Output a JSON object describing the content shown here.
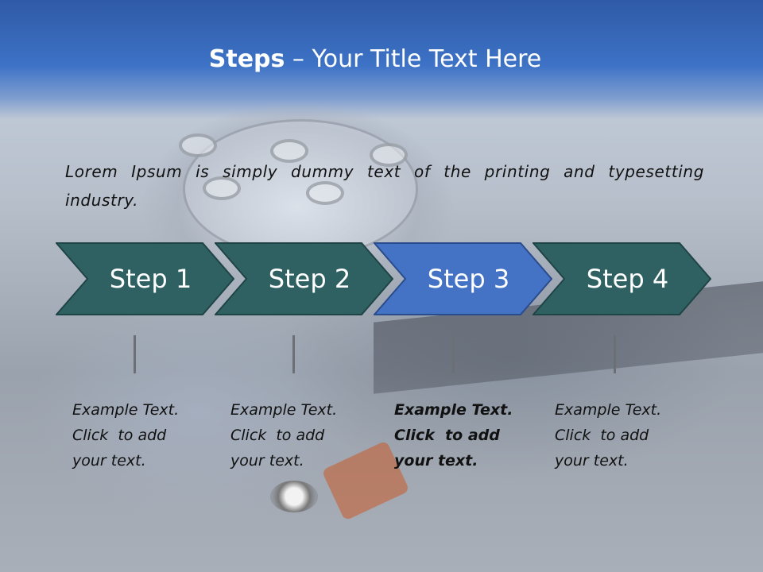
{
  "title": {
    "bold": "Steps",
    "rest": " – Your Title Text Here"
  },
  "intro": "Lorem Ipsum is simply dummy text of the printing and typesetting industry.",
  "steps": [
    {
      "label": "Step 1",
      "color": "#2f6163",
      "active": false
    },
    {
      "label": "Step 2",
      "color": "#2f6163",
      "active": false
    },
    {
      "label": "Step 3",
      "color": "#4472c4",
      "active": true
    },
    {
      "label": "Step 4",
      "color": "#2f6163",
      "active": false
    }
  ],
  "notes": [
    {
      "line1": "Example Text.",
      "line2": "Click  to add",
      "line3": "your text."
    },
    {
      "line1": "Example Text.",
      "line2": "Click  to add",
      "line3": "your text."
    },
    {
      "line1": "Example Text.",
      "line2": "Click  to add",
      "line3": "your text."
    },
    {
      "line1": "Example Text.",
      "line2": "Click  to add",
      "line3": "your text."
    }
  ],
  "colors": {
    "title_band": "#3d72c6",
    "chevron": "#2f6163",
    "chevron_active": "#4472c4",
    "tick": "#6c6f73"
  }
}
